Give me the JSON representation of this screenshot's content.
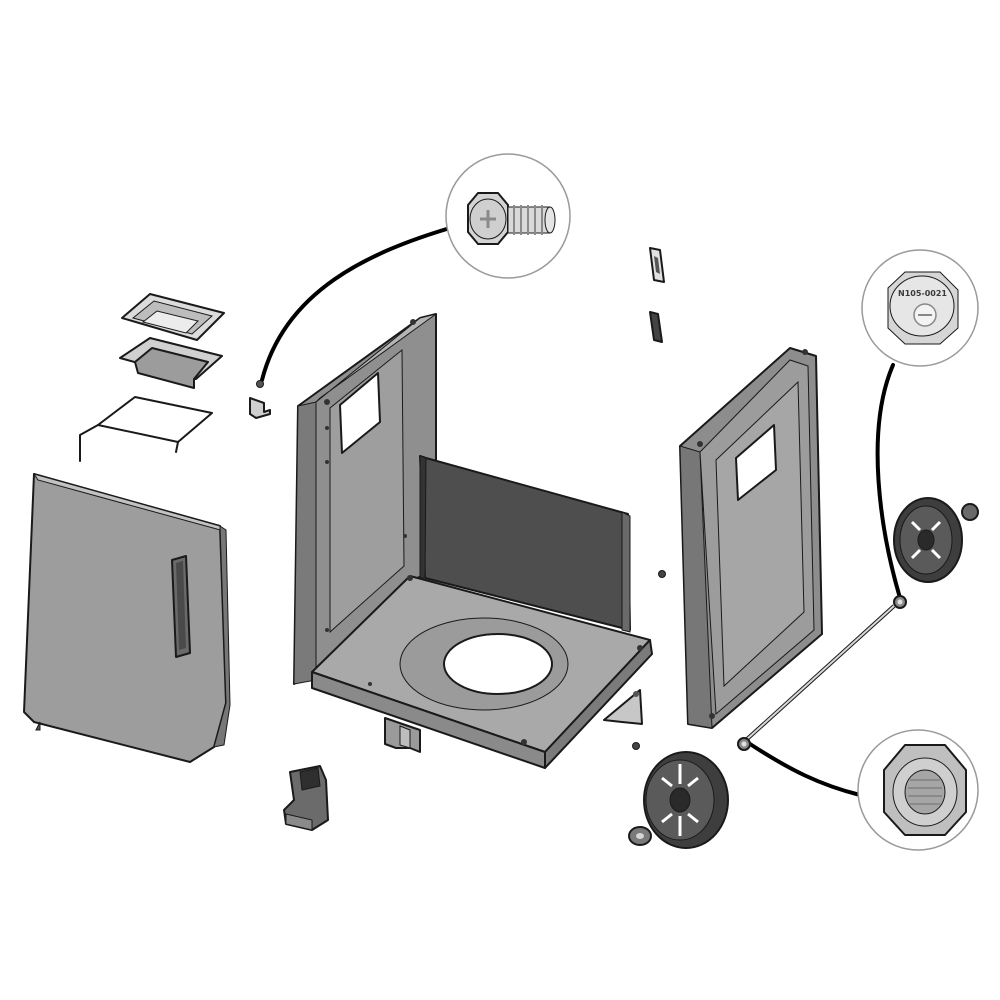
{
  "diagram": {
    "type": "exploded-assembly-view",
    "colors": {
      "panel_dark": "#6e6e6e",
      "panel_mid": "#9a9a9a",
      "panel_light": "#c8c8c8",
      "outline": "#1a1a1a",
      "callout_border": "#9a9a9a",
      "leader_line": "#000000"
    },
    "callouts": {
      "nut_cap_stamp": "N105-0021"
    },
    "parts": [
      "grease-tray-large",
      "grease-tray-small",
      "wire-tray-holder",
      "cart-door",
      "door-handle",
      "left-side-panel",
      "right-side-panel",
      "back-panel",
      "cart-base",
      "base-leg-bracket",
      "door-hinge",
      "tank-clip-upper",
      "tank-clip-lower",
      "corner-bracket-left",
      "corner-bracket-right",
      "wheel-front",
      "wheel-rear",
      "wheel-axle",
      "axle-nut-cap",
      "hex-nut",
      "bolt"
    ]
  }
}
